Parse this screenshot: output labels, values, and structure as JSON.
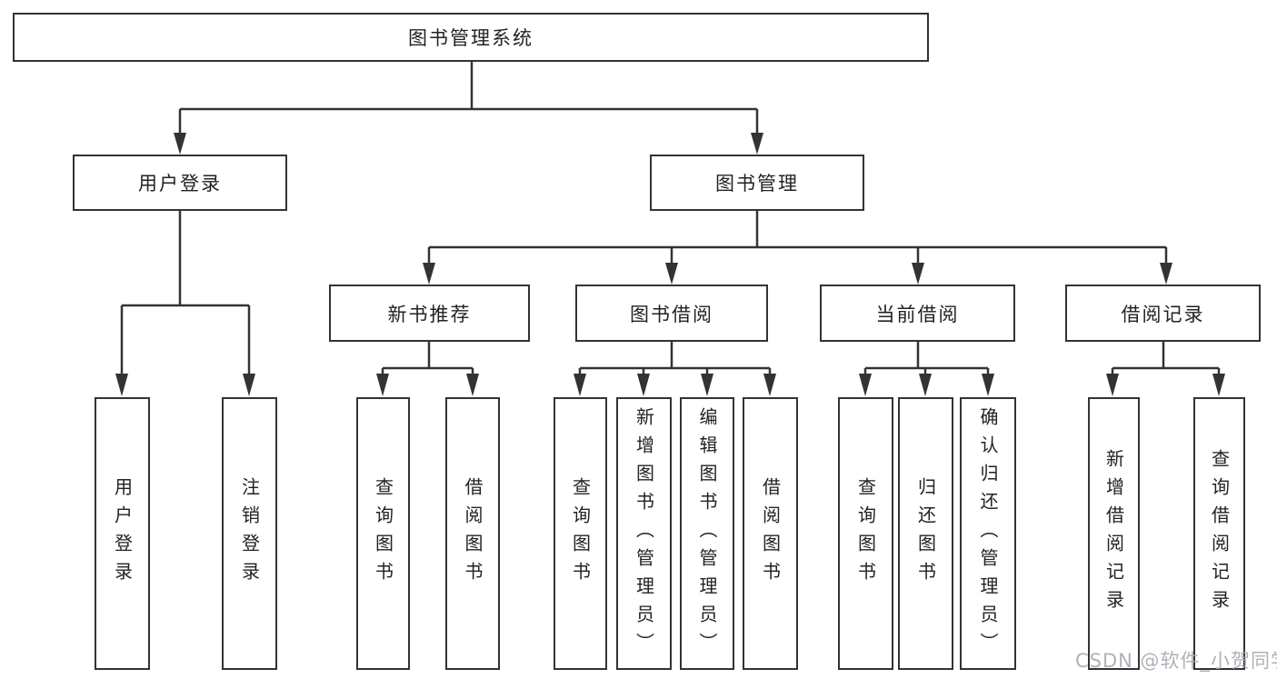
{
  "colors": {
    "line": "#333333",
    "text": "#222222",
    "watermark": "#a8a8b2"
  },
  "nodes": {
    "root": "图书管理系统",
    "level2": [
      "用户登录",
      "图书管理"
    ],
    "level3": [
      "新书推荐",
      "图书借阅",
      "当前借阅",
      "借阅记录"
    ],
    "leaves": [
      "用户登录",
      "注销登录",
      "查询图书",
      "借阅图书",
      "查询图书",
      "新增图书（管理员）",
      "编辑图书（管理员）",
      "借阅图书",
      "查询图书",
      "归还图书",
      "确认归还（管理员）",
      "新增借阅记录",
      "查询借阅记录"
    ]
  },
  "watermark": "CSDN @软件_小贺同学"
}
